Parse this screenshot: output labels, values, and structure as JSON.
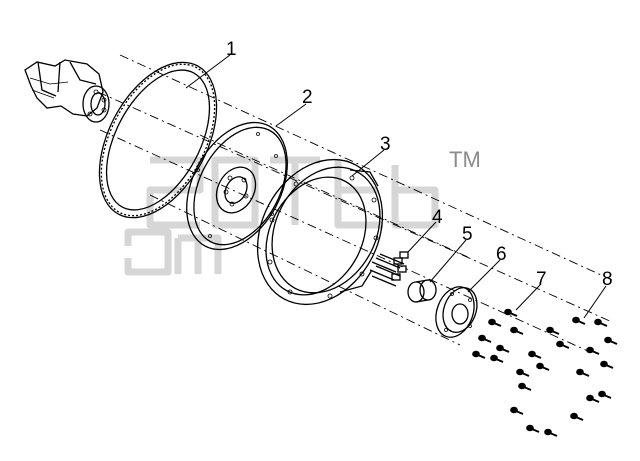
{
  "diagram": {
    "trademark": "TM",
    "callouts": [
      {
        "id": "1",
        "label": "1"
      },
      {
        "id": "2",
        "label": "2"
      },
      {
        "id": "3",
        "label": "3"
      },
      {
        "id": "4",
        "label": "4"
      },
      {
        "id": "5",
        "label": "5"
      },
      {
        "id": "6",
        "label": "6"
      },
      {
        "id": "7",
        "label": "7"
      },
      {
        "id": "8",
        "label": "8"
      }
    ]
  }
}
